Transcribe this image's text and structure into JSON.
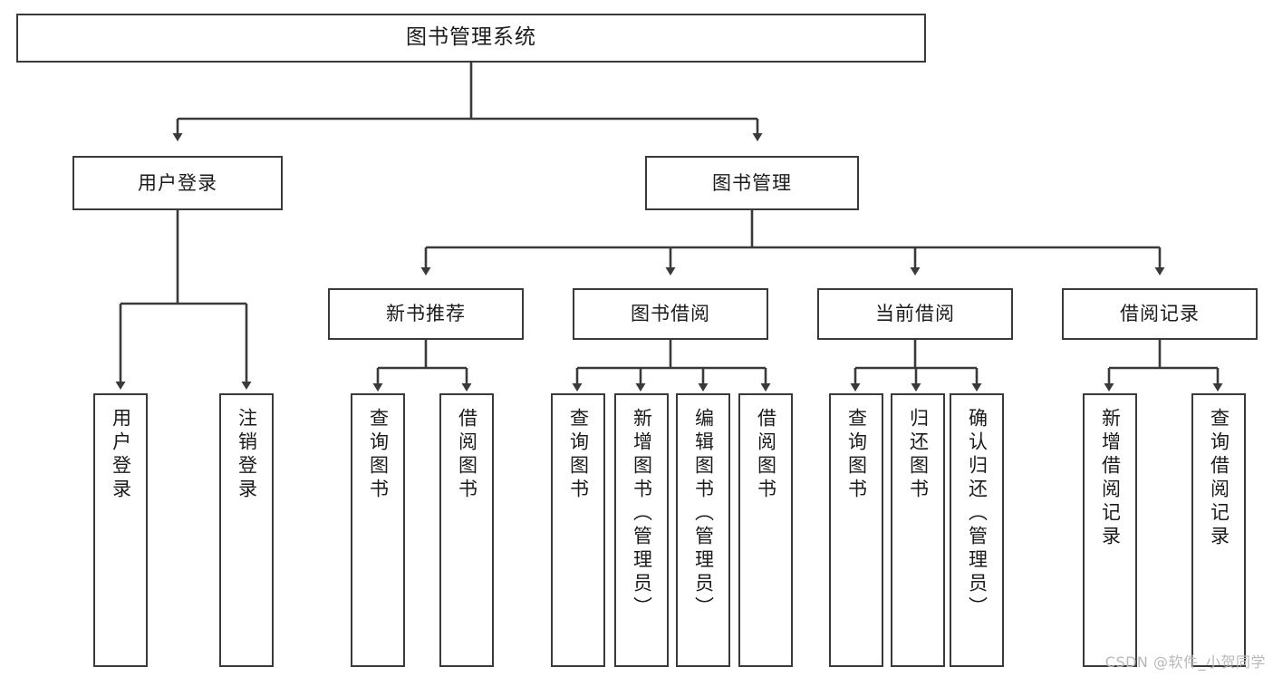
{
  "diagram": {
    "title": "图书管理系统",
    "type": "tree-hierarchy-chart",
    "line_color": "#3a3a3a",
    "box_fill": "#ffffff",
    "text_color": "#1b1b1b"
  },
  "nodes": {
    "root": {
      "label": "图书管理系统"
    },
    "level2": [
      {
        "label": "用户登录"
      },
      {
        "label": "图书管理"
      }
    ],
    "level3": [
      {
        "label": "新书推荐"
      },
      {
        "label": "图书借阅"
      },
      {
        "label": "当前借阅"
      },
      {
        "label": "借阅记录"
      }
    ],
    "leaves": {
      "user_login": [
        {
          "label": "用户登录"
        },
        {
          "label": "注销登录"
        }
      ],
      "new_book": [
        {
          "label": "查询图书"
        },
        {
          "label": "借阅图书"
        }
      ],
      "borrow_book": [
        {
          "label": "查询图书"
        },
        {
          "label": "新增图书（管理员）"
        },
        {
          "label": "编辑图书（管理员）"
        },
        {
          "label": "借阅图书"
        }
      ],
      "current_borrow": [
        {
          "label": "查询图书"
        },
        {
          "label": "归还图书"
        },
        {
          "label": "确认归还（管理员）"
        }
      ],
      "borrow_record": [
        {
          "label": "新增借阅记录"
        },
        {
          "label": "查询借阅记录"
        }
      ]
    }
  },
  "watermark": {
    "text": "CSDN @软件_小贺同学"
  }
}
